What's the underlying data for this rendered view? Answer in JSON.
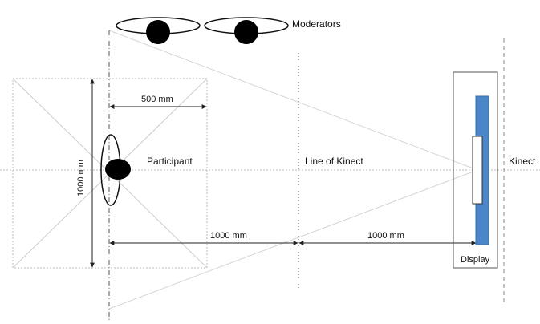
{
  "labels": {
    "moderators": "Moderators",
    "participant": "Participant",
    "line_of_kinect": "Line of Kinect",
    "kinect": "Kinect",
    "display": "Display"
  },
  "dimensions": {
    "width_500": "500 mm",
    "height_1000": "1000 mm",
    "distance_participant_to_line": "1000 mm",
    "distance_line_to_display": "1000 mm"
  },
  "colors": {
    "display_panel": "#4a86c8",
    "guide_line": "#bbbbbb",
    "dark_line": "#222222",
    "figure_fill": "#000000"
  }
}
